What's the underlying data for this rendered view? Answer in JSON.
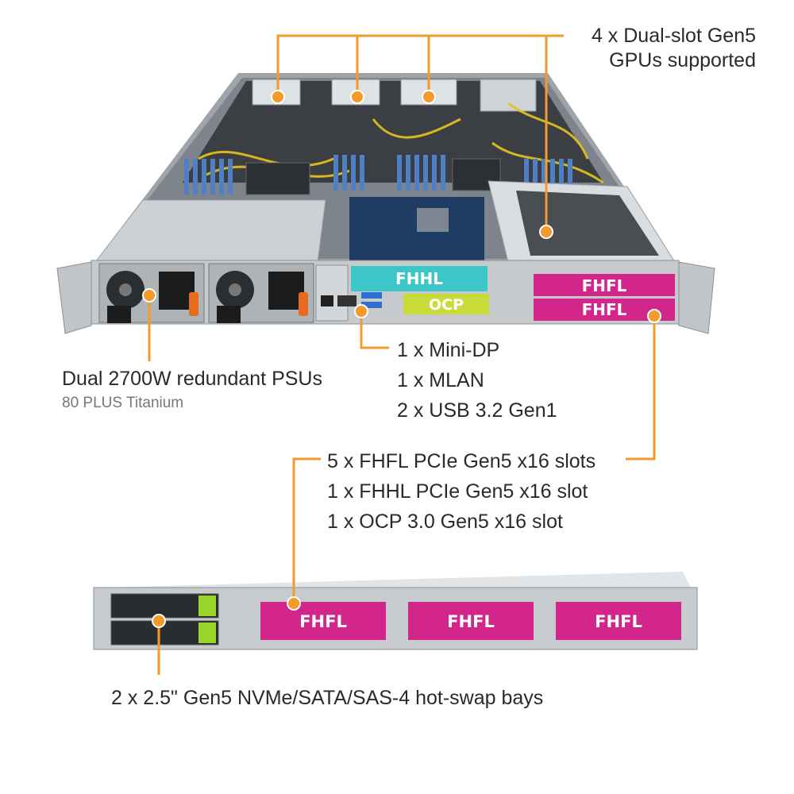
{
  "callouts": {
    "gpu": {
      "line1": "4 x Dual-slot Gen5",
      "line2": "GPUs supported"
    },
    "psu": {
      "title": "Dual 2700W redundant PSUs",
      "subtitle": "80 PLUS Titanium"
    },
    "io": {
      "lines": [
        "1 x Mini-DP",
        "1 x MLAN",
        "2 x USB 3.2 Gen1"
      ]
    },
    "slots": {
      "lines": [
        "5 x FHFL PCIe Gen5 x16 slots",
        "1 x FHHL PCIe Gen5 x16 slot",
        "1 x OCP 3.0 Gen5 x16 slot"
      ]
    },
    "bays": {
      "text": "2 x 2.5\" Gen5 NVMe/SATA/SAS-4 hot-swap bays"
    }
  },
  "rear_slots": {
    "fhhl": "FHHL",
    "ocp": "OCP",
    "fhfl_top": "FHFL",
    "fhfl_bottom": "FHFL"
  },
  "front_slots": [
    "FHFL",
    "FHFL",
    "FHFL"
  ],
  "colors": {
    "callout": "#F39A2B",
    "fhfl": "#D2268A",
    "fhhl": "#3CC6C8",
    "ocp": "#C9DB3A",
    "chassis": "#B9BEC3",
    "dimm": "#4F7FC4"
  }
}
